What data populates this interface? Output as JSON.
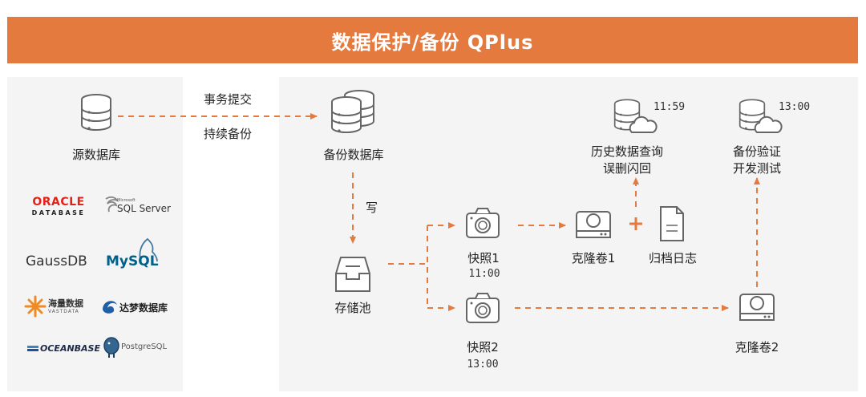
{
  "header": {
    "title": "数据保护/备份 QPlus"
  },
  "source": {
    "label": "源数据库"
  },
  "edge_labels": {
    "commit": "事务提交",
    "continuous": "持续备份",
    "write": "写"
  },
  "backup_db": {
    "label": "备份数据库"
  },
  "pool": {
    "label": "存储池"
  },
  "snap1": {
    "label": "快照1",
    "time": "11:00"
  },
  "snap2": {
    "label": "快照2",
    "time": "13:00"
  },
  "clone1": {
    "label": "克隆卷1"
  },
  "clone2": {
    "label": "克隆卷2"
  },
  "archive": {
    "label": "归档日志"
  },
  "history": {
    "line1": "历史数据查询",
    "line2": "误删闪回",
    "time": "11:59"
  },
  "verify": {
    "line1": "备份验证",
    "line2": "开发测试",
    "time": "13:00"
  },
  "logos": {
    "oracle_top": "ORACLE",
    "oracle_bottom": "DATABASE",
    "mssql_small": "Microsoft",
    "mssql": "SQL Server",
    "gauss": "GaussDB",
    "mysql": "MySQL",
    "vast": "海量数据",
    "vast_sub": "VASTDATA",
    "dameng": "达梦数据库",
    "oceanbase": "OCEANBASE",
    "postgres": "PostgreSQL"
  },
  "colors": {
    "accent": "#e57a3f",
    "icon_stroke": "#666666",
    "panel": "#f4f4f4"
  }
}
